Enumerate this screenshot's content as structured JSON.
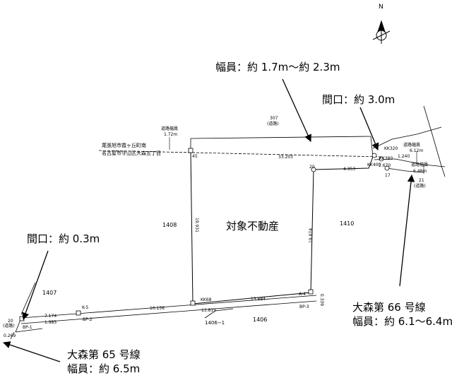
{
  "north_label": "N",
  "annotations": {
    "width_road_307": "幅員：約 1.7m〜約 2.3m",
    "frontage_top": "間口：約 3.0m",
    "frontage_left": "間口：約 0.3m",
    "subject_property": "対象不動産",
    "route66_name": "大森第 66 号線",
    "route66_width": "幅員：約 6.1〜6.4m",
    "route65_name": "大森第 65 号線",
    "route65_width": "幅員：約 6.5m"
  },
  "boundary_labels": {
    "owariasahi": "尾張旭市霞ヶ丘町南",
    "nagoya": "名古屋市守山区大森五丁目"
  },
  "road_labels": {
    "road307_num": "307",
    "road307_tag": "(道路)",
    "road21_num": "21",
    "road21_tag": "(道路)",
    "road20_num": "20",
    "road20_tag": "(道路)",
    "width_measure_top": "道路幅員",
    "width_measure_top_val": "1.72m",
    "width_measure_right1": "道路幅員",
    "width_measure_right1_val": "6.12m",
    "width_measure_right2": "道路幅員",
    "width_measure_right2_val": "6.48m"
  },
  "lots": {
    "lot_1408": "1408",
    "lot_1410": "1410",
    "lot_1407": "1407",
    "lot_1406": "1406",
    "lot_1406_1": "1406−1"
  },
  "small_marks": {
    "kk320": "KK320",
    "kk380": "KK380",
    "kk400": "KK400",
    "kk68": "KK68",
    "k5": "K-5",
    "bp1": "BP-1",
    "bp2": "BP-2",
    "bp3": "BP-3",
    "a4": "A-4",
    "m20": "20",
    "m17": "17",
    "m45": "45"
  },
  "distances": {
    "d_top": "33.203",
    "d_right_seg": "4.353",
    "d_1240": "1.240",
    "d_2670": "2.670",
    "d_west": "19.931",
    "d_east": "19.874",
    "d_bottom_mid": "13.819",
    "d_bottom_right": "13.884",
    "d_bottom_left": "7.174",
    "d_sw": "1.985",
    "d_mid_bottom": "10.156",
    "d_0269": "0.269",
    "d_right_side": "0.339"
  }
}
